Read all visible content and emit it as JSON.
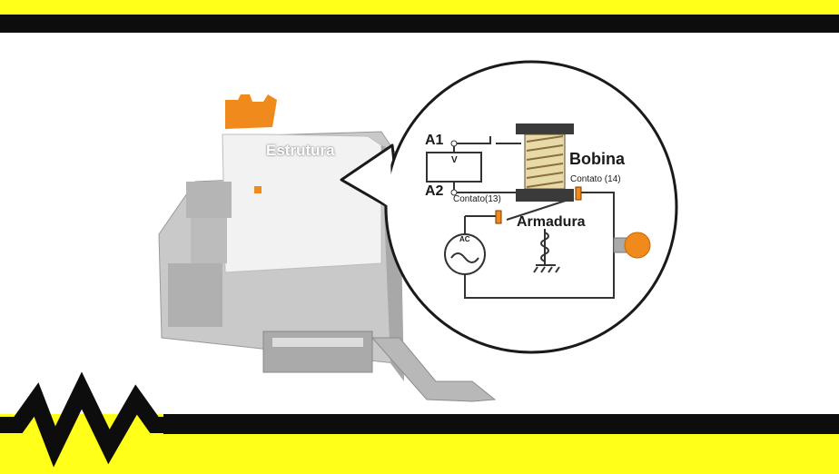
{
  "diagram": {
    "labels": {
      "estrutura": "Estrutura",
      "a1": "A1",
      "a2": "A2",
      "voltmeter": "V",
      "bobina": "Bobina",
      "contato_14": "Contato (14)",
      "contato_13": "Contato(13)",
      "armadura": "Armadura",
      "ac_source": "AC"
    }
  },
  "colors": {
    "brand_yellow": "#ffff1a",
    "bar_black": "#0d0d0d",
    "relay_gray": "#c9c9c9",
    "orange_accent": "#f08a1c",
    "coil_dark": "#3a3a3a",
    "coil_winding": "#e8d9a8"
  }
}
